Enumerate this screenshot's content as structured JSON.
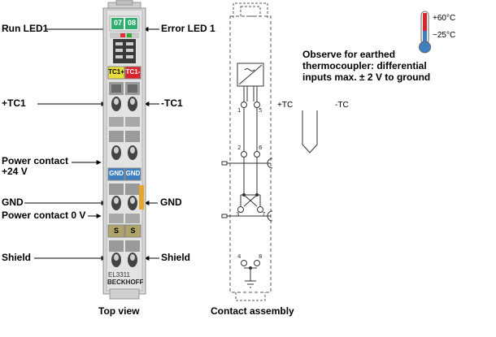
{
  "callouts": {
    "run_led1": "Run LED1",
    "error_led1": "Error LED 1",
    "tc_plus": "+TC1",
    "tc_minus": "-TC1",
    "power_contact_24v_line1": "Power contact",
    "power_contact_24v_line2": "+24 V",
    "gnd_left": "GND",
    "gnd_right": "GND",
    "power_contact_0v": "Power contact 0 V",
    "shield_left": "Shield",
    "shield_right": "Shield"
  },
  "module": {
    "led_left": "07",
    "led_right": "08",
    "tc_plus_label": "TC1+",
    "tc_minus_label": "TC1-",
    "gnd_label": "GND",
    "s_label": "S",
    "model": "EL3311",
    "brand": "BECKHOFF",
    "colors": {
      "led_green": "#2fae6f",
      "tc_yellow": "#e7dc3a",
      "tc_red": "#d8262c",
      "gnd_blue": "#3f7fc0",
      "shield_olive": "#b0a46a",
      "body": "#d9d9d9"
    }
  },
  "contacts": {
    "pins": [
      "1",
      "5",
      "2",
      "6",
      "3",
      "7",
      "4",
      "8"
    ]
  },
  "temperature": {
    "high": "+60°C",
    "low": "−25°C"
  },
  "note": {
    "line1": "Observe for earthed",
    "line2": "thermocoupler: differential",
    "line3": "inputs max. ± 2 V to ground"
  },
  "tc_diagram": {
    "plus": "+TC",
    "minus": "-TC"
  },
  "captions": {
    "top_view": "Top view",
    "contact_assembly": "Contact assembly"
  }
}
